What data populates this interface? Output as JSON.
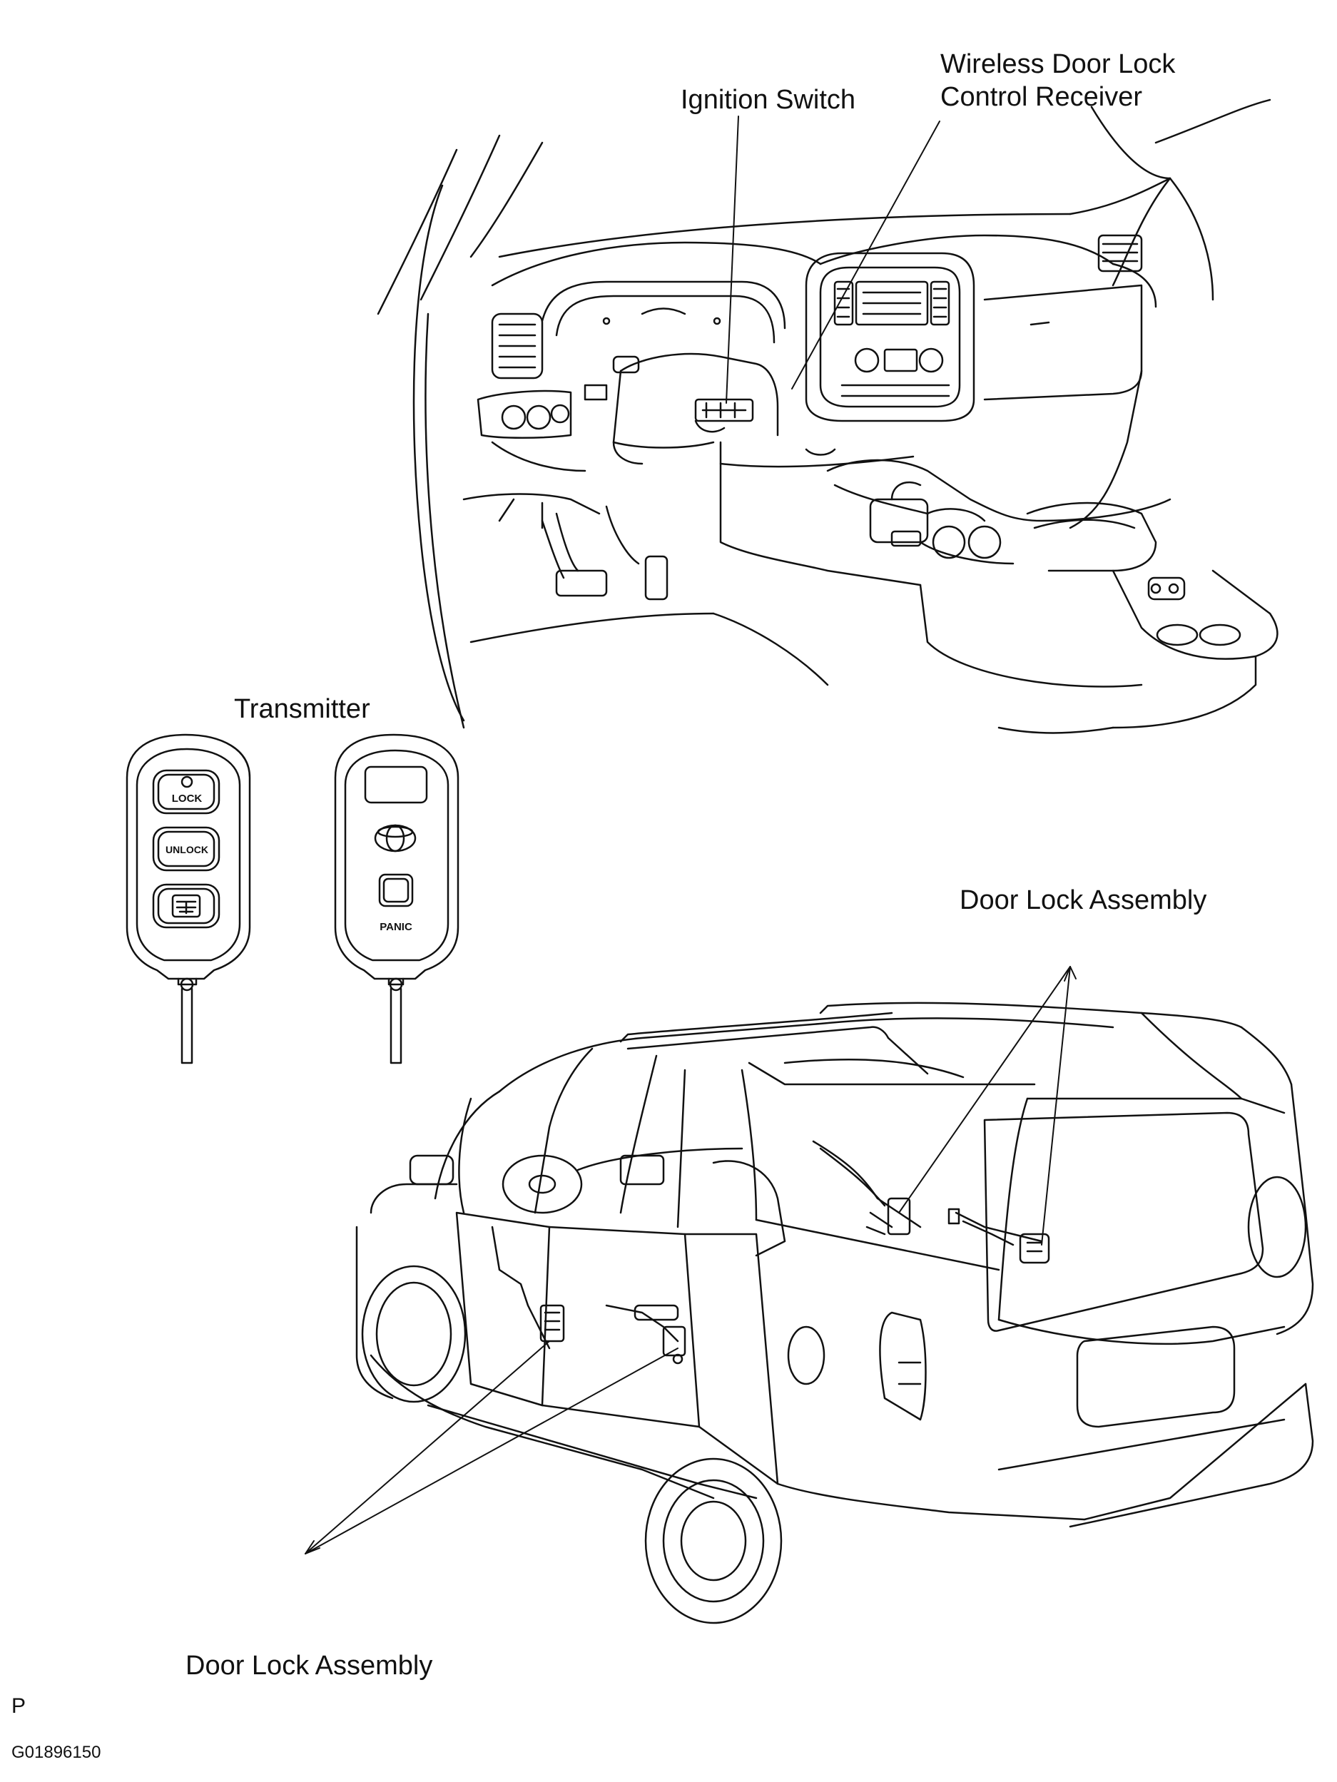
{
  "labels": {
    "wireless_receiver_line1": "Wireless Door Lock",
    "wireless_receiver_line2": "Control Receiver",
    "ignition_switch": "Ignition Switch",
    "transmitter": "Transmitter",
    "door_lock_assembly_upper": "Door Lock Assembly",
    "door_lock_assembly_lower": "Door Lock Assembly"
  },
  "transmitter_buttons": {
    "lock": "LOCK",
    "unlock": "UNLOCK",
    "panic": "PANIC"
  },
  "footer": {
    "code_letter": "P",
    "figure_id": "G01896150"
  }
}
